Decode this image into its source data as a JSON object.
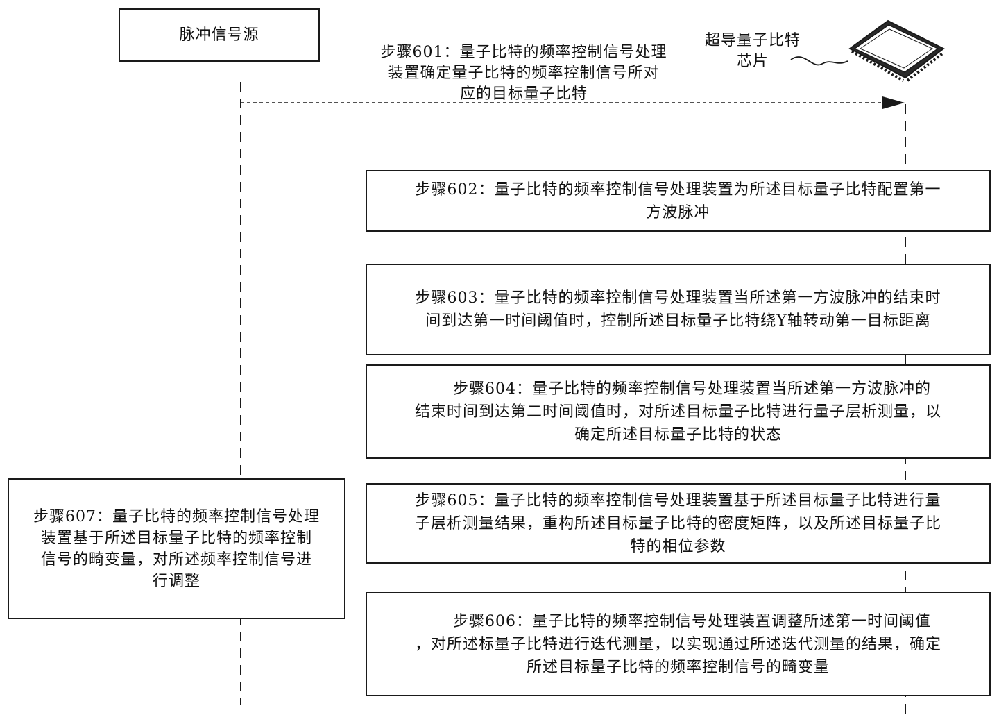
{
  "source": {
    "label": "脉冲信号源"
  },
  "chip": {
    "label_lines": [
      "超导量子比特",
      "芯片"
    ]
  },
  "steps": {
    "s601": [
      "步骤601：量子比特的频率控制信号处理",
      "装置确定量子比特的频率控制信号所对",
      "应的目标量子比特"
    ],
    "s602": [
      "步骤602：量子比特的频率控制信号处理装置为所述目标量子比特配置第一",
      "方波脉冲"
    ],
    "s603": [
      "步骤603：量子比特的频率控制信号处理装置当所述第一方波脉冲的结束时",
      "间到达第一时间阈值时，控制所述目标量子比特绕Y轴转动第一目标距离"
    ],
    "s604": [
      "步骤604：量子比特的频率控制信号处理装置当所述第一方波脉冲的",
      "结束时间到达第二时间阈值时，对所述目标量子比特进行量子层析测量，以",
      "确定所述目标量子比特的状态"
    ],
    "s605": [
      "步骤605：量子比特的频率控制信号处理装置基于所述目标量子比特进行量",
      "子层析测量结果，重构所述目标量子比特的密度矩阵，以及所述目标量子比",
      "特的相位参数"
    ],
    "s606": [
      "步骤606：量子比特的频率控制信号处理装置调整所述第一时间阈值",
      "，对所述标量子比特进行迭代测量，以实现通过所述迭代测量的结果，确定",
      "所述目标量子比特的频率控制信号的畸变量"
    ],
    "s607": [
      "步骤607：量子比特的频率控制信号处理",
      "装置基于所述目标量子比特的频率控制",
      "信号的畸变量，对所述频率控制信号进",
      "行调整"
    ]
  },
  "colors": {
    "line": "#1a1a1a",
    "chip_body": "#2a2a2a",
    "chip_top": "#ffffff"
  }
}
